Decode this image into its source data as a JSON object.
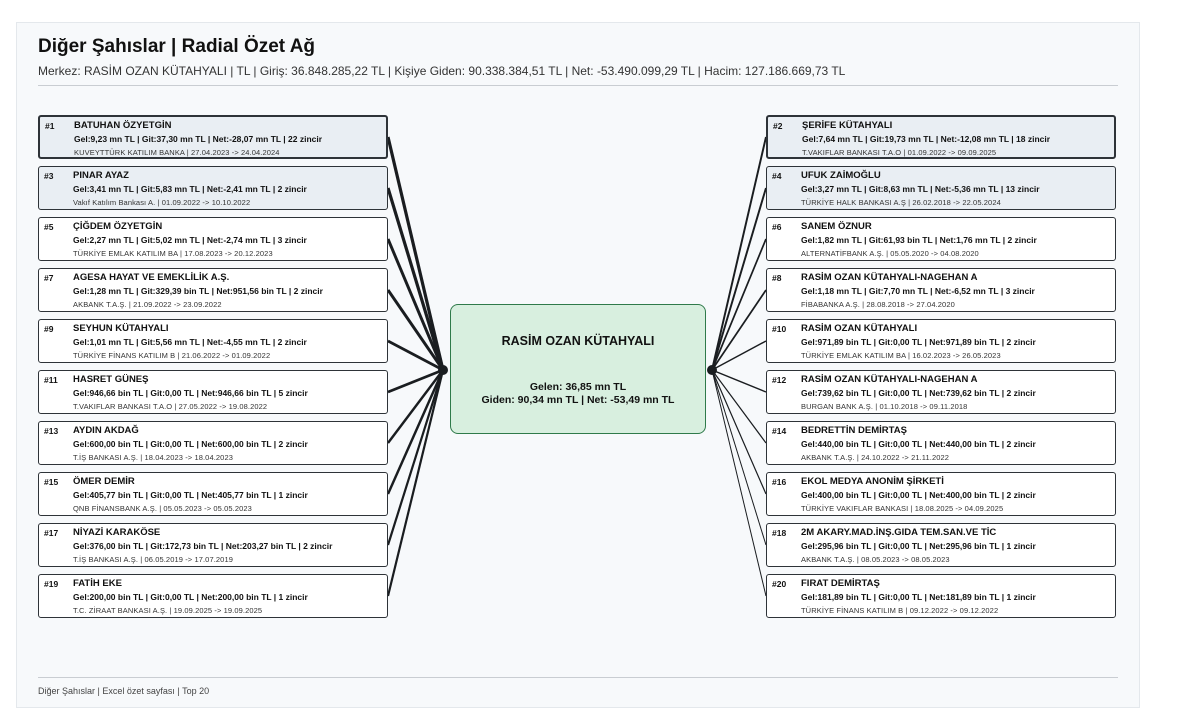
{
  "header": {
    "title": "Diğer Şahıslar | Radial Özet Ağ",
    "subtitle": "Merkez: RASİM OZAN KÜTAHYALI | TL | Giriş: 36.848.285,22 TL | Kişiye Giden: 90.338.384,51 TL | Net: -53.490.099,29 TL | Hacim: 127.186.669,73 TL"
  },
  "center": {
    "name": "RASİM OZAN KÜTAHYALI",
    "line1": "Gelen: 36,85 mn TL",
    "line2": "Giden: 90,34 mn TL | Net: -53,49 mn TL",
    "fill": "#d8efdf",
    "border": "#2f7a4a"
  },
  "nodes": [
    {
      "rank": "#1",
      "name": "BATUHAN ÖZYETGİN",
      "stats": "Gel:9,23 mn TL | Git:37,30 mn TL | Net:-28,07 mn TL | 22 zincir",
      "bank": "KUVEYTTÜRK KATILIM BANKA | 27.04.2023 -> 24.04.2024"
    },
    {
      "rank": "#2",
      "name": "ŞERİFE KÜTAHYALI",
      "stats": "Gel:7,64 mn TL | Git:19,73 mn TL | Net:-12,08 mn TL | 18 zincir",
      "bank": "T.VAKIFLAR BANKASI T.A.O | 01.09.2022 -> 09.09.2025"
    },
    {
      "rank": "#3",
      "name": "PINAR AYAZ",
      "stats": "Gel:3,41 mn TL | Git:5,83 mn TL | Net:-2,41 mn TL | 2 zincir",
      "bank": "Vakıf Katılım Bankası A. | 01.09.2022 -> 10.10.2022"
    },
    {
      "rank": "#4",
      "name": "UFUK ZAİMOĞLU",
      "stats": "Gel:3,27 mn TL | Git:8,63 mn TL | Net:-5,36 mn TL | 13 zincir",
      "bank": "TÜRKİYE HALK BANKASI A.Ş | 26.02.2018 -> 22.05.2024"
    },
    {
      "rank": "#5",
      "name": "ÇİĞDEM ÖZYETGİN",
      "stats": "Gel:2,27 mn TL | Git:5,02 mn TL | Net:-2,74 mn TL | 3 zincir",
      "bank": "TÜRKİYE EMLAK KATILIM BA | 17.08.2023 -> 20.12.2023"
    },
    {
      "rank": "#6",
      "name": "SANEM ÖZNUR",
      "stats": "Gel:1,82 mn TL | Git:61,93 bin TL | Net:1,76 mn TL | 2 zincir",
      "bank": "ALTERNATİFBANK A.Ş. | 05.05.2020 -> 04.08.2020"
    },
    {
      "rank": "#7",
      "name": "AGESA HAYAT VE EMEKLİLİK A.Ş.",
      "stats": "Gel:1,28 mn TL | Git:329,39 bin TL | Net:951,56 bin TL | 2 zincir",
      "bank": "AKBANK T.A.Ş. | 21.09.2022 -> 23.09.2022"
    },
    {
      "rank": "#8",
      "name": "RASİM OZAN KÜTAHYALI-NAGEHAN A",
      "stats": "Gel:1,18 mn TL | Git:7,70 mn TL | Net:-6,52 mn TL | 3 zincir",
      "bank": "FİBABANKA A.Ş. | 28.08.2018 -> 27.04.2020"
    },
    {
      "rank": "#9",
      "name": "SEYHUN KÜTAHYALI",
      "stats": "Gel:1,01 mn TL | Git:5,56 mn TL | Net:-4,55 mn TL | 2 zincir",
      "bank": "TÜRKİYE FİNANS KATILIM B | 21.06.2022 -> 01.09.2022"
    },
    {
      "rank": "#10",
      "name": "RASİM OZAN KÜTAHYALI",
      "stats": "Gel:971,89 bin TL | Git:0,00 TL | Net:971,89 bin TL | 2 zincir",
      "bank": "TÜRKİYE EMLAK KATILIM BA | 16.02.2023 -> 26.05.2023"
    },
    {
      "rank": "#11",
      "name": "HASRET GÜNEŞ",
      "stats": "Gel:946,66 bin TL | Git:0,00 TL | Net:946,66 bin TL | 5 zincir",
      "bank": "T.VAKIFLAR BANKASI T.A.O | 27.05.2022 -> 19.08.2022"
    },
    {
      "rank": "#12",
      "name": "RASİM OZAN KÜTAHYALI-NAGEHAN A",
      "stats": "Gel:739,62 bin TL | Git:0,00 TL | Net:739,62 bin TL | 2 zincir",
      "bank": "BURGAN BANK A.Ş. | 01.10.2018 -> 09.11.2018"
    },
    {
      "rank": "#13",
      "name": "AYDIN AKDAĞ",
      "stats": "Gel:600,00 bin TL | Git:0,00 TL | Net:600,00 bin TL | 2 zincir",
      "bank": "T.İŞ BANKASI A.Ş. | 18.04.2023 -> 18.04.2023"
    },
    {
      "rank": "#14",
      "name": "BEDRETTİN DEMİRTAŞ",
      "stats": "Gel:440,00 bin TL | Git:0,00 TL | Net:440,00 bin TL | 2 zincir",
      "bank": "AKBANK T.A.Ş. | 24.10.2022 -> 21.11.2022"
    },
    {
      "rank": "#15",
      "name": "ÖMER DEMİR",
      "stats": "Gel:405,77 bin TL | Git:0,00 TL | Net:405,77 bin TL | 1 zincir",
      "bank": "QNB FİNANSBANK A.Ş. | 05.05.2023 -> 05.05.2023"
    },
    {
      "rank": "#16",
      "name": "EKOL MEDYA ANONİM ŞİRKETİ",
      "stats": "Gel:400,00 bin TL | Git:0,00 TL | Net:400,00 bin TL | 2 zincir",
      "bank": "TÜRKİYE VAKIFLAR BANKASI | 18.08.2025 -> 04.09.2025"
    },
    {
      "rank": "#17",
      "name": "NİYAZİ KARAKÖSE",
      "stats": "Gel:376,00 bin TL | Git:172,73 bin TL | Net:203,27 bin TL | 2 zincir",
      "bank": "T.İŞ BANKASI A.Ş. | 06.05.2019 -> 17.07.2019"
    },
    {
      "rank": "#18",
      "name": "2M AKARY.MAD.İNŞ.GIDA TEM.SAN.VE TİC",
      "stats": "Gel:295,96 bin TL | Git:0,00 TL | Net:295,96 bin TL | 1 zincir",
      "bank": "AKBANK T.A.Ş. | 08.05.2023 -> 08.05.2023"
    },
    {
      "rank": "#19",
      "name": "FATİH EKE",
      "stats": "Gel:200,00 bin TL | Git:0,00 TL | Net:200,00 bin TL | 1 zincir",
      "bank": "T.C. ZİRAAT BANKASI A.Ş. | 19.09.2025 -> 19.09.2025"
    },
    {
      "rank": "#20",
      "name": "FIRAT DEMİRTAŞ",
      "stats": "Gel:181,89 bin TL | Git:0,00 TL | Net:181,89 bin TL | 1 zincir",
      "bank": "TÜRKİYE FİNANS KATILIM B | 09.12.2022 -> 09.12.2022"
    }
  ],
  "footer": "Diğer Şahıslar | Excel özet sayfası | Top 20",
  "colors": {
    "edge": "#1a1d20",
    "node_border": "#2e3338",
    "node_highlight": "#e9eef3"
  }
}
